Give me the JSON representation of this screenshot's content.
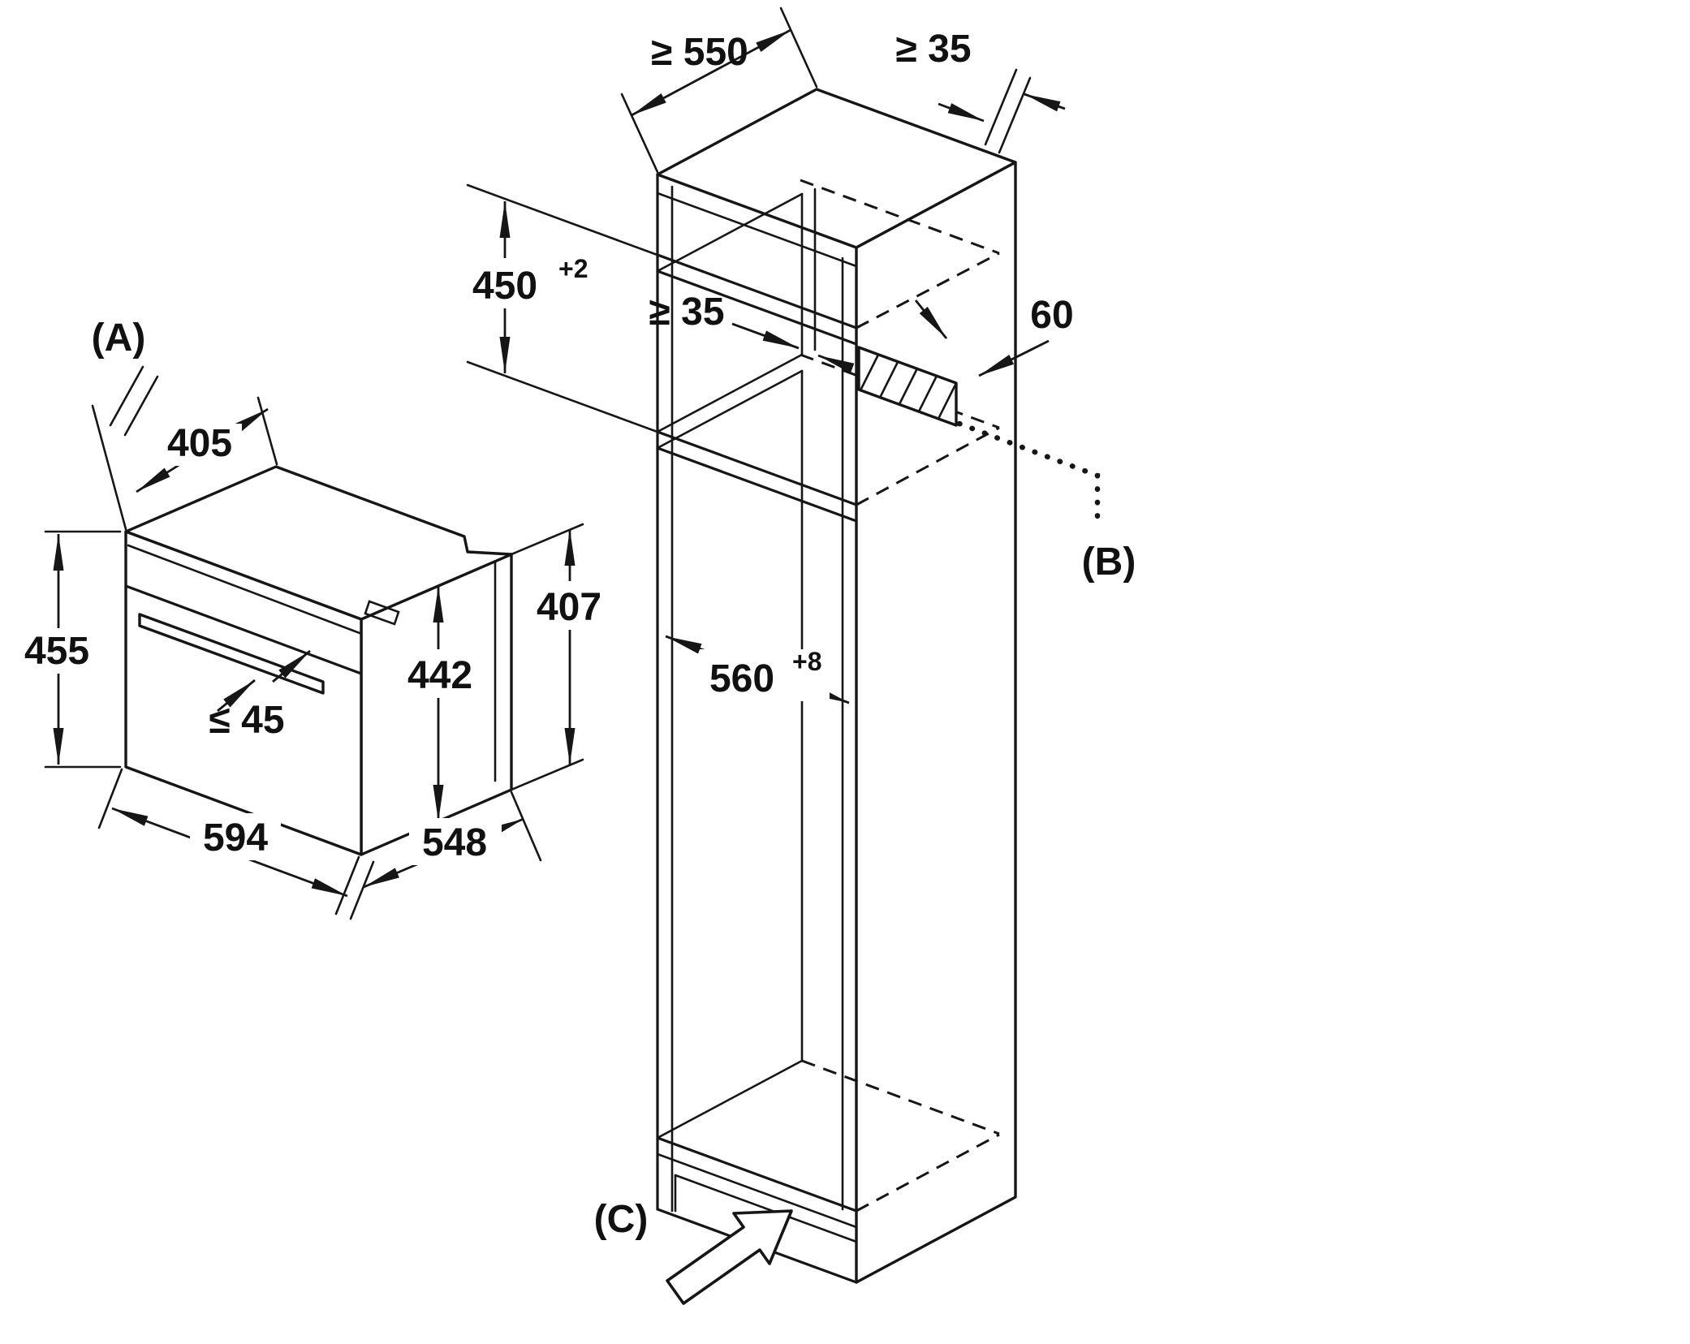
{
  "labels": {
    "a": "(A)",
    "b": "(B)",
    "c": "(C)"
  },
  "oven": {
    "top_depth": "405",
    "front_height": "455",
    "handle_projection": "≤ 45",
    "body_height": "442",
    "rear_height": "407",
    "width": "594",
    "depth": "548"
  },
  "niche": {
    "cabinet_depth": "≥ 550",
    "wall_gap": "≥ 35",
    "height": "450",
    "height_tolerance": "+2",
    "rear_gap": "≥ 35",
    "vent_cutout": "60",
    "width": "560",
    "width_tolerance": "+8"
  }
}
